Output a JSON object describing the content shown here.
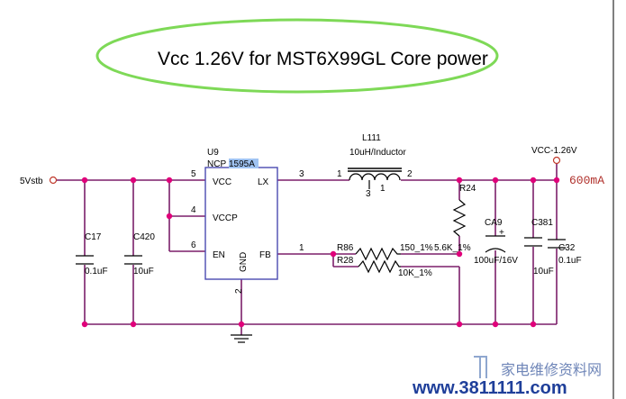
{
  "title": "Vcc 1.26V for MST6X99GL Core power",
  "ic": {
    "ref": "U9",
    "part_prefix": "NCP",
    "part_highlight": "1595A",
    "pins": {
      "vcc": "VCC",
      "vccp": "VCCP",
      "en": "EN",
      "lx": "LX",
      "fb": "FB",
      "gnd": "GND"
    },
    "pin_numbers": {
      "p5": "5",
      "p4": "4",
      "p6": "6",
      "p3": "3",
      "p1": "1",
      "p2": "2"
    }
  },
  "input_label": "5Vstb",
  "output_label": "VCC-1.26V",
  "current_label": "600mA",
  "inductor": {
    "ref": "L111",
    "value": "10uH/Inductor",
    "pin1": "1",
    "pin2": "2",
    "pin3": "3",
    "pin1b": "1"
  },
  "resistors": {
    "r24": {
      "ref": "R24",
      "value": "5.6K_1%"
    },
    "r86": {
      "ref": "R86",
      "value": "150_1%"
    },
    "r28": {
      "ref": "R28",
      "value": "10K_1%"
    }
  },
  "capacitors": {
    "c17": {
      "ref": "C17",
      "value": "0.1uF"
    },
    "c420": {
      "ref": "C420",
      "value": "10uF"
    },
    "ca9": {
      "ref": "CA9",
      "value": "100uF/16V",
      "polarity": "+"
    },
    "c381": {
      "ref": "C381",
      "value": "10uF"
    },
    "c32": {
      "ref": "C32",
      "value": "0.1uF"
    }
  },
  "watermark": {
    "url": "www.3811111.com",
    "cn": "家电维修资料网"
  },
  "colors": {
    "wire": "#7b1f6a",
    "junction": "#e0007a",
    "ellipse": "#7ed957",
    "watermark": "#1f3f9a",
    "highlight": "#9fc3f2"
  }
}
